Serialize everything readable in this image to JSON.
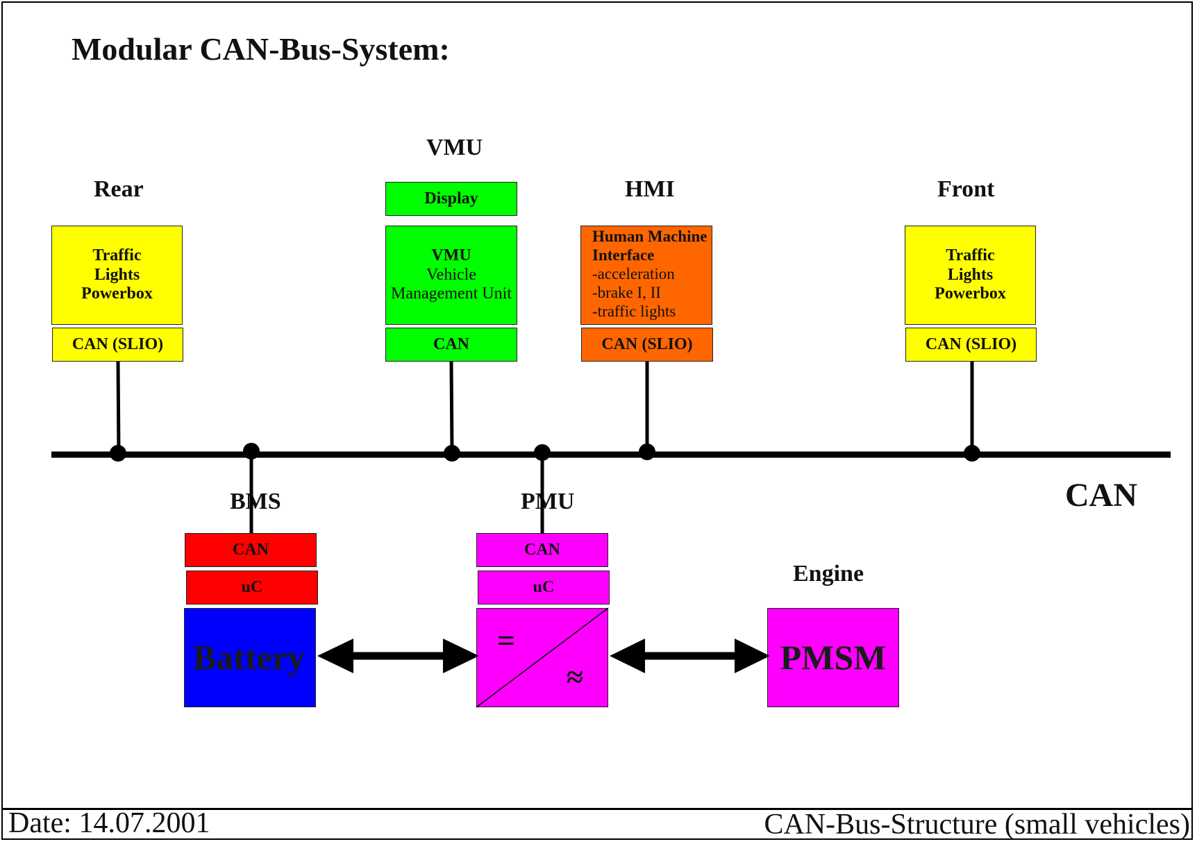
{
  "title": "Modular CAN-Bus-System:",
  "bus_label": "CAN",
  "groups": {
    "rear": "Rear",
    "vmu": "VMU",
    "hmi": "HMI",
    "front": "Front",
    "bms": "BMS",
    "pmu": "PMU",
    "engine": "Engine"
  },
  "rear_module": {
    "lines": [
      "Traffic",
      "Lights",
      "Powerbox"
    ],
    "can": "CAN (SLIO)"
  },
  "vmu_module": {
    "display": "Display",
    "lines": [
      "VMU",
      "Vehicle",
      "Management Unit"
    ],
    "can": "CAN"
  },
  "hmi_module": {
    "lines": [
      "Human Machine",
      "Interface",
      "-acceleration",
      "-brake I, II",
      "-traffic lights"
    ],
    "can": "CAN (SLIO)"
  },
  "front_module": {
    "lines": [
      "Traffic",
      "Lights",
      "Powerbox"
    ],
    "can": "CAN (SLIO)"
  },
  "bms_module": {
    "can": "CAN",
    "uc": "uC",
    "battery": "Battery"
  },
  "pmu_module": {
    "can": "CAN",
    "uc": "uC",
    "dc_symbol": "=",
    "ac_symbol": "≈"
  },
  "engine_module": {
    "label": "PMSM"
  },
  "footer": {
    "date": "Date: 14.07.2001",
    "caption": "CAN-Bus-Structure (small vehicles)"
  },
  "colors": {
    "yellow": "#ffff00",
    "green": "#00ff00",
    "orange": "#ff6600",
    "red": "#ff0000",
    "magenta": "#ff00ff",
    "blue": "#0000ff"
  }
}
